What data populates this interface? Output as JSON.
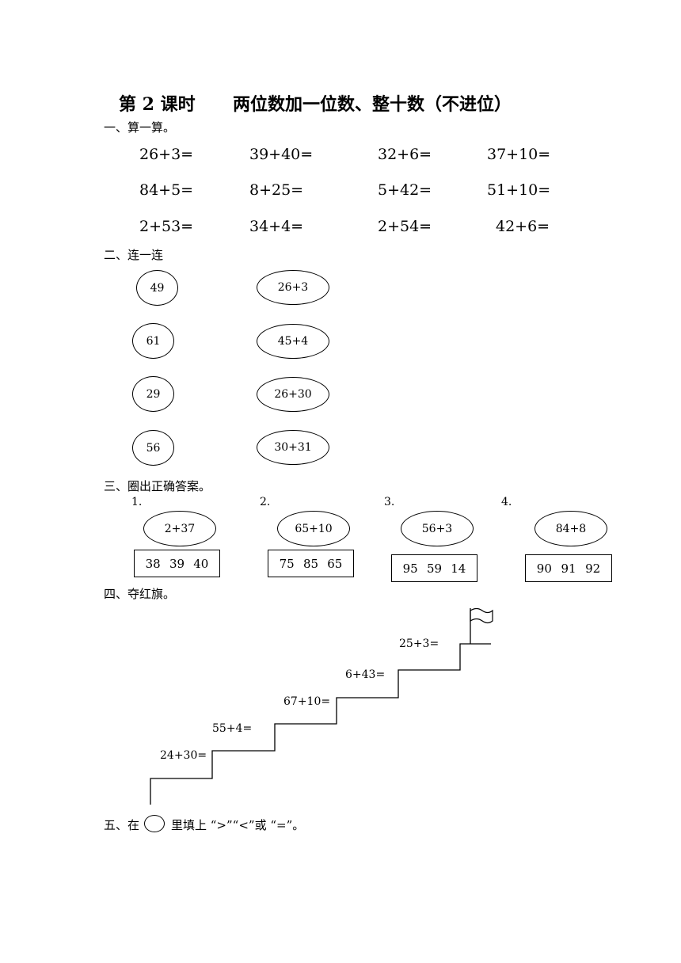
{
  "title": {
    "lesson": "第 2 课时",
    "topic": "两位数加一位数、整十数（不进位）"
  },
  "sections": {
    "s1": {
      "heading": "一、算一算。",
      "rows": [
        [
          "26+3=",
          "39+40=",
          "32+6=",
          "37+10="
        ],
        [
          "84+5=",
          "8+25=",
          "5+42=",
          "51+10="
        ],
        [
          "2+53=",
          "34+4=",
          "2+54=",
          "42+6="
        ]
      ]
    },
    "s2": {
      "heading": "二、连一连",
      "numbers": [
        "49",
        "61",
        "29",
        "56"
      ],
      "exprs": [
        "26+3",
        "45+4",
        "26+30",
        "30+31"
      ]
    },
    "s3": {
      "heading": "三、圈出正确答案。",
      "items": [
        {
          "no": "1.",
          "expr": "2+37",
          "choices": [
            "38",
            "39",
            "40"
          ]
        },
        {
          "no": "2.",
          "expr": "65+10",
          "choices": [
            "75",
            "85",
            "65"
          ]
        },
        {
          "no": "3.",
          "expr": "56+3",
          "choices": [
            "95",
            "59",
            "14"
          ]
        },
        {
          "no": "4.",
          "expr": "84+8",
          "choices": [
            "90",
            "91",
            "92"
          ]
        }
      ]
    },
    "s4": {
      "heading": "四、夺红旗。",
      "steps": [
        "24+30=",
        "55+4=",
        "67+10=",
        "6+43=",
        "25+3="
      ]
    },
    "s5": {
      "prefix": "五、在",
      "suffix": "里填上 “>”“<”或 “=”。"
    }
  }
}
